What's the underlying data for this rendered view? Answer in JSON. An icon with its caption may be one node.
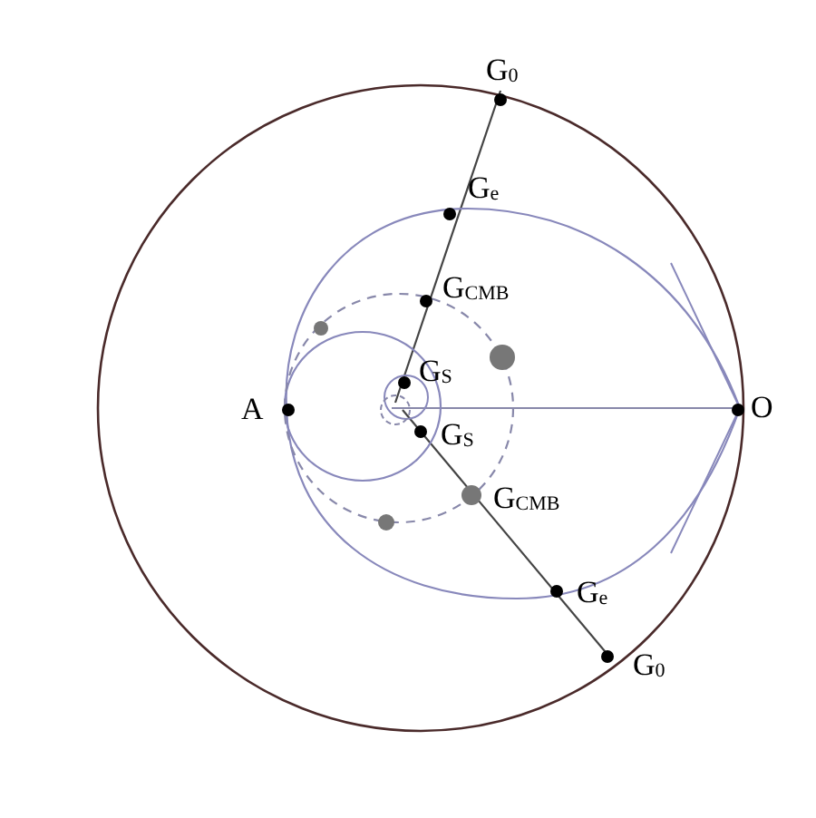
{
  "diagram": {
    "labels": [
      "G$_{0}$",
      "G$_{e}$",
      "G$_{CMB}$",
      "G$_{S}$",
      "A",
      "O",
      "G$_{S}$",
      "G$_{CMB}$",
      "G$_{e}$",
      "G$_{0}$"
    ]
  }
}
